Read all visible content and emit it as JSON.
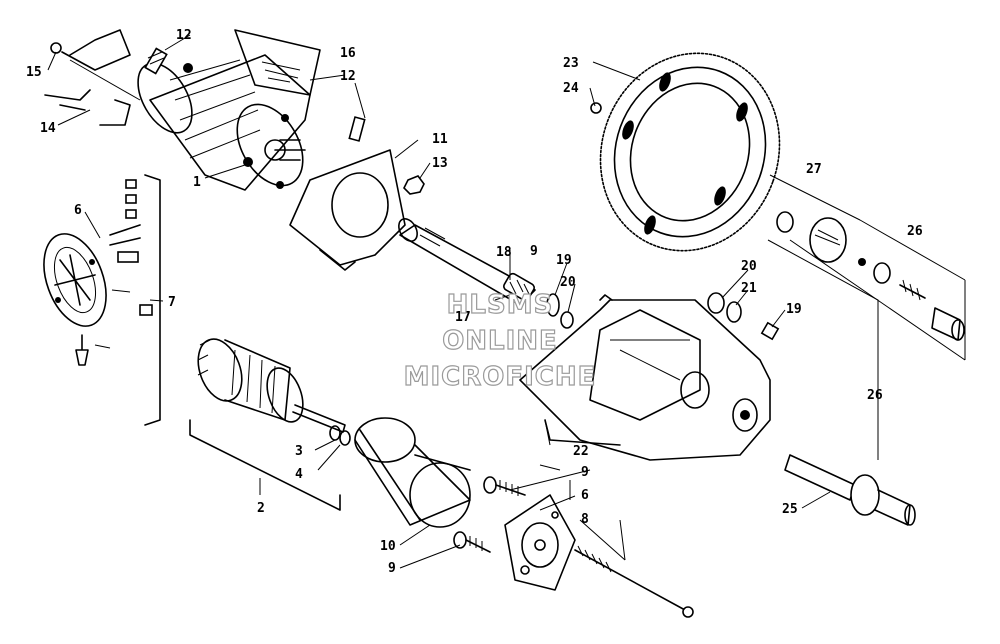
{
  "watermark": {
    "line1": "HLSMS",
    "line2": "ONLINE",
    "line3": "MICROFICHE"
  },
  "callouts": {
    "c1": "1",
    "c2": "2",
    "c3": "3",
    "c4": "4",
    "c6a": "6",
    "c6b": "6",
    "c7": "7",
    "c8": "8",
    "c9a": "9",
    "c9b": "9",
    "c9c": "9",
    "c10": "10",
    "c11": "11",
    "c12a": "12",
    "c12b": "12",
    "c13": "13",
    "c14": "14",
    "c15": "15",
    "c16": "16",
    "c17": "17",
    "c18": "18",
    "c19a": "19",
    "c19b": "19",
    "c20a": "20",
    "c20b": "20",
    "c21": "21",
    "c22": "22",
    "c23": "23",
    "c24": "24",
    "c25": "25",
    "c26a": "26",
    "c26b": "26",
    "c27": "27"
  },
  "colors": {
    "line": "#000000",
    "background": "#ffffff",
    "watermark_outline": "#9a9a9a"
  }
}
